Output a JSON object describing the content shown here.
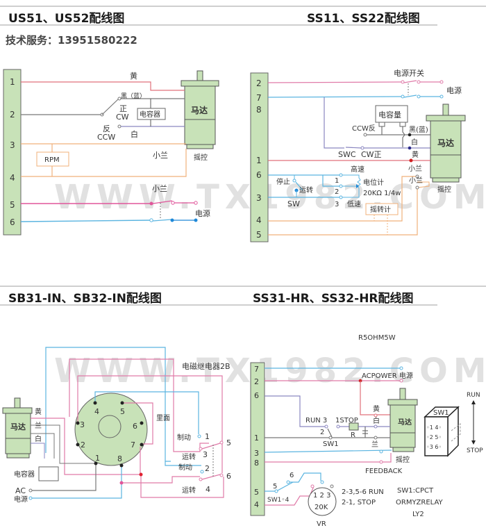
{
  "header": {
    "title_us": "US51、US52配线图",
    "title_ss": "SS11、SS22配线图",
    "service": "技术服务：13951580222",
    "title_sb": "SB31-IN、SB32-IN配线图",
    "title_hr": "SS31-HR、SS32-HR配线图"
  },
  "watermark": "WWW.TX1982.COM",
  "colors": {
    "terminal_fill": "#c8e2b8",
    "motor_fill": "#c8e2b8",
    "red": "#e0707a",
    "pink": "#e0559a",
    "blue": "#5ab4e0",
    "orange": "#f0b07a",
    "purple": "#8a86c0",
    "gray": "#777777"
  },
  "us": {
    "terminals": [
      "1",
      "2",
      "3",
      "4",
      "5",
      "6"
    ],
    "yellow": "黄",
    "black_blue": "黑（蓝）",
    "cw": "正",
    "cw_en": "CW",
    "ccw": "反",
    "ccw_en": "CCW",
    "white": "白",
    "capacitor": "电容器",
    "motor": "马达",
    "rpm": "RPM",
    "xiaolan1": "小兰",
    "xiaolan2": "小兰",
    "gear": "摇控",
    "power": "电源"
  },
  "ss": {
    "terminals": [
      "2",
      "7",
      "8",
      "1",
      "6",
      "3",
      "4",
      "5"
    ],
    "power_switch": "电源开关",
    "power": "电源",
    "capacitance": "电容量",
    "ccw": "CCW反",
    "black_blue": "黑(蓝)",
    "white": "白",
    "yellow": "黄",
    "motor": "马达",
    "swc": "SWC",
    "cw": "CW正",
    "stop": "停止",
    "run": "运转",
    "sw": "SW",
    "high": "高速",
    "low": "低速",
    "pot": "电位计",
    "pot_spec": "20KΩ 1/4w",
    "p1": "1",
    "p2": "2",
    "p3": "3",
    "xiaolan1": "小兰",
    "xiaolan2": "小兰",
    "gear": "摇控",
    "tacho": "摇转计"
  },
  "sb": {
    "relay": "电磁继电器2B",
    "back": "里面",
    "motor": "马达",
    "yellow": "黄",
    "blue": "兰",
    "white": "白",
    "capacitor": "电容器",
    "ac": "AC",
    "power": "电源",
    "pins": [
      "1",
      "2",
      "3",
      "4",
      "5",
      "6",
      "7",
      "8"
    ],
    "brake1": "制动",
    "brake2": "制动",
    "run1": "运转",
    "run2": "运转",
    "s1": "1",
    "s2": "2",
    "s3": "3",
    "s4": "4",
    "s5": "5",
    "s6": "6"
  },
  "hr": {
    "resistor_spec": "R5OHM5W",
    "terminals": [
      "7",
      "2",
      "6",
      "1",
      "3",
      "8",
      "5",
      "4"
    ],
    "acpower": "ACPOWER 电源",
    "yellow": "黄",
    "white": "白",
    "blue": "兰",
    "motor": "马达",
    "run3": "RUN 3",
    "stop1": "1STOP",
    "two": "2",
    "r": "R",
    "sw1": "SW1",
    "gear": "摇控",
    "feedback": "FEEDBACK",
    "six": "6",
    "five": "5",
    "sw1_4": "SW1◦4",
    "vr_pins": "1 2 3",
    "vr_val": "20K",
    "vr": "VR",
    "note1": "2-3,5-6 RUN",
    "note2": "2-1,    STOP",
    "note3": "SW1:CPCT",
    "note4": "ORMYZRELAY",
    "note5": "LY2",
    "sw_box": "SW1",
    "sw_rows": [
      "◦1 4◦",
      "◦2 5◦",
      "◦3 6◦"
    ],
    "run": "RUN",
    "stop": "STOP"
  }
}
